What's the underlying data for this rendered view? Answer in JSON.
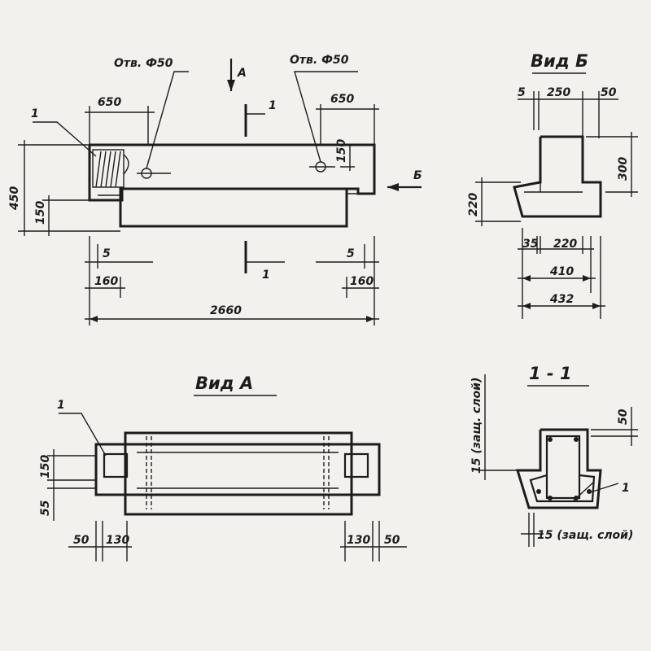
{
  "colors": {
    "paper": "#f2f1ee",
    "ink": "#1c1c1c"
  },
  "main_view": {
    "hole_left_label": "Отв. Ф50",
    "hole_right_label": "Отв. Ф50",
    "view_arrow_a": "А",
    "view_arrow_b": "Б",
    "section_mark_top": "1",
    "section_mark_bottom": "1",
    "callout_1": "1",
    "dim_650_left": "650",
    "dim_650_right": "650",
    "dim_450": "450",
    "dim_150_left": "150",
    "dim_150_right": "150",
    "dim_5_left": "5",
    "dim_5_right": "5",
    "dim_160_left": "160",
    "dim_160_right": "160",
    "dim_2660": "2660"
  },
  "view_b": {
    "title": "Вид Б",
    "dim_5": "5",
    "dim_250": "250",
    "dim_50": "50",
    "dim_300": "300",
    "dim_220_h": "220",
    "dim_35": "35",
    "dim_220_w": "220",
    "dim_410": "410",
    "dim_432": "432"
  },
  "view_a": {
    "title": "Вид А",
    "callout_1": "1",
    "dim_150": "150",
    "dim_55": "55",
    "dim_50_left": "50",
    "dim_130_left": "130",
    "dim_130_right": "130",
    "dim_50_right": "50"
  },
  "section_1_1": {
    "title": "1 - 1",
    "dim_50": "50",
    "dim_15_vertical": "15 (защ. слой)",
    "dim_15_horizontal": "15 (защ. слой)",
    "callout_1": "1"
  }
}
